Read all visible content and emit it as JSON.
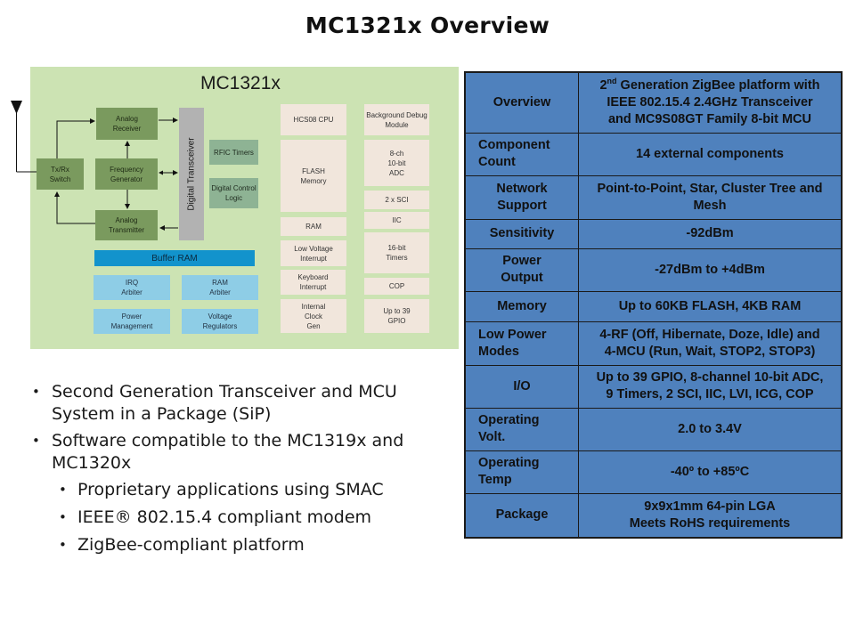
{
  "slide": {
    "title": "MC1321x Overview"
  },
  "diagram": {
    "title": "MC1321x",
    "rf_blocks": {
      "txrx_switch": "Tx/Rx\nSwitch",
      "analog_receiver": "Analog\nReceiver",
      "frequency_generator": "Frequency\nGenerator",
      "analog_transmitter": "Analog\nTransmitter",
      "digital_transceiver": "Digital Transceiver",
      "rfic_timers": "RFIC Timers",
      "digital_control_logic": "Digital Control\nLogic"
    },
    "shared_blocks": {
      "buffer_ram": "Buffer RAM",
      "irq_arbiter": "IRQ\nArbiter",
      "ram_arbiter": "RAM\nArbiter",
      "power_management": "Power\nManagement",
      "voltage_regulators": "Voltage\nRegulators"
    },
    "mcu_left": [
      "HCS08 CPU",
      "FLASH\nMemory",
      "RAM",
      "Low Voltage\nInterrupt",
      "Keyboard\nInterrupt",
      "Internal\nClock\nGen"
    ],
    "mcu_right": [
      "Background Debug\nModule",
      "8-ch\n10-bit\nADC",
      "2 x SCI",
      "IIC",
      "16-bit\nTimers",
      "COP",
      "Up to 39\nGPIO"
    ],
    "icons": {
      "antenna": "antenna-icon"
    },
    "colors": {
      "panel": "#cce3b3",
      "rf_block": "#7a9a5e",
      "digital_block": "#8eb394",
      "transceiver_bar": "#b2b2b2",
      "mcu_block": "#f1e6dc",
      "shared_block": "#8ecde6",
      "buffer_ram": "#1293cc"
    }
  },
  "bullets": [
    {
      "text": "Second Generation Transceiver and MCU System in a Package (SiP)"
    },
    {
      "text": "Software compatible to the MC1319x and MC1320x",
      "children": [
        "Proprietary applications using SMAC",
        "IEEE® 802.15.4 compliant modem",
        "ZigBee-compliant platform"
      ]
    }
  ],
  "spec_table": {
    "color": "#4f81bd",
    "rows": [
      {
        "key": "Overview",
        "value_sup_pre": "2",
        "value_sup": "nd",
        "value": " Generation ZigBee platform with\nIEEE 802.15.4 2.4GHz Transceiver\nand MC9S08GT Family 8-bit MCU"
      },
      {
        "key": "Component\nCount",
        "value": "14 external components"
      },
      {
        "key": "Network\nSupport",
        "value": "Point-to-Point, Star, Cluster Tree and\nMesh"
      },
      {
        "key": "Sensitivity",
        "value": "-92dBm"
      },
      {
        "key": "Power\nOutput",
        "value": "-27dBm to +4dBm"
      },
      {
        "key": "Memory",
        "value": "Up to 60KB FLASH, 4KB RAM"
      },
      {
        "key": "Low Power\nModes",
        "value": "4-RF (Off, Hibernate, Doze, Idle) and\n4-MCU (Run, Wait, STOP2, STOP3)"
      },
      {
        "key": "I/O",
        "value": "Up to 39 GPIO, 8-channel 10-bit ADC,\n9 Timers, 2 SCI, IIC, LVI, ICG, COP"
      },
      {
        "key": "Operating\nVolt.",
        "value": "2.0 to 3.4V"
      },
      {
        "key": "Operating\nTemp",
        "value": "-40º to +85ºC"
      },
      {
        "key": "Package",
        "value": "9x9x1mm 64-pin LGA\nMeets RoHS requirements"
      }
    ]
  }
}
